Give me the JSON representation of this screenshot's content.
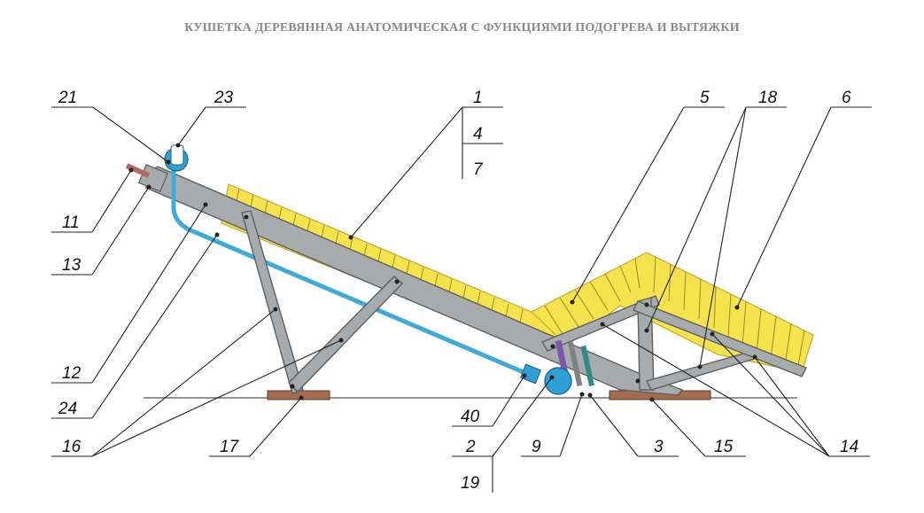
{
  "title": "КУШЕТКА ДЕРЕВЯННАЯ АНАТОМИЧЕСКАЯ С ФУНКЦИЯМИ ПОДОГРЕВА И ВЫТЯЖКИ",
  "labels": {
    "l1": "1",
    "l2": "2",
    "l3": "3",
    "l4": "4",
    "l5": "5",
    "l6": "6",
    "l7": "7",
    "l9": "9",
    "l11": "11",
    "l12": "12",
    "l13": "13",
    "l14": "14",
    "l15": "15",
    "l16": "16",
    "l17": "17",
    "l18": "18",
    "l19": "19",
    "l21": "21",
    "l23": "23",
    "l24": "24",
    "l40": "40"
  },
  "colors": {
    "wood": "#a8abad",
    "cushion": "#f5e34e",
    "tube": "#3fa9d8",
    "blower": "#2f9fd6",
    "foot": "#a36b4f",
    "rod_purple": "#7a5aa8",
    "rod_teal": "#2f8c86",
    "rod_gray": "#808080"
  }
}
